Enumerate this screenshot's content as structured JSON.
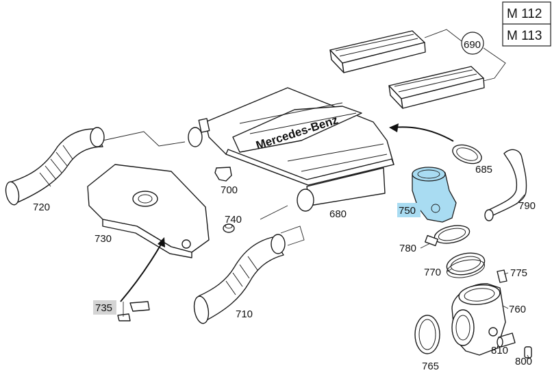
{
  "engine_box": {
    "row1": "M 112",
    "row2": "M 113"
  },
  "callouts": {
    "p690": "690",
    "p680": "680",
    "p685": "685",
    "p700": "700",
    "p710": "710",
    "p720": "720",
    "p730": "730",
    "p735": "735",
    "p740": "740",
    "p750": "750",
    "p760": "760",
    "p765": "765",
    "p770": "770",
    "p775": "775",
    "p780": "780",
    "p790": "790",
    "p800": "800",
    "p810": "810"
  },
  "brand": {
    "logo_text": "Mercedes-Benz"
  },
  "colors": {
    "highlight": "#a9dcf2",
    "gray_highlight": "#d4d4d4",
    "line": "#1a1a1a"
  }
}
